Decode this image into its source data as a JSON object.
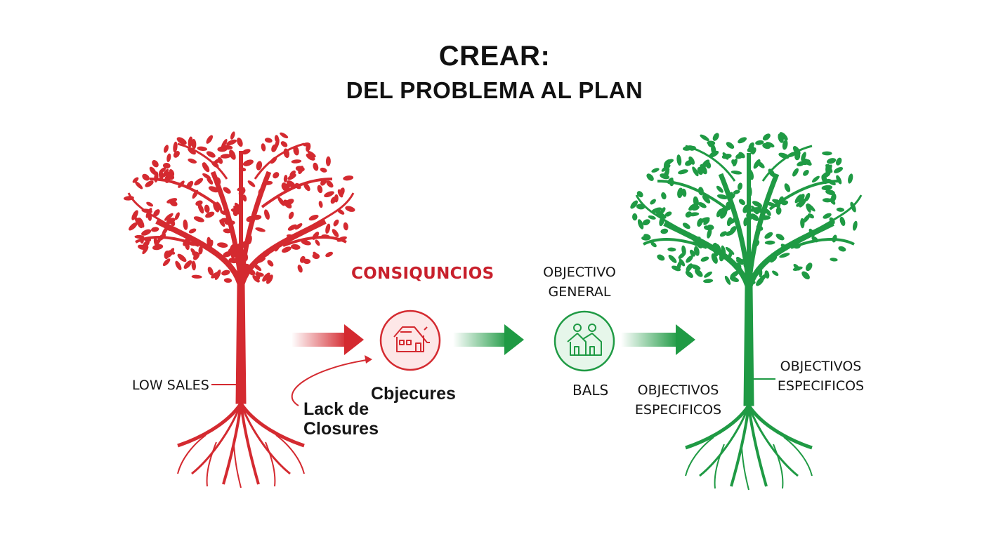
{
  "title": {
    "line1": "CREAR:",
    "line2": "DEL PROBLEMA AL PLAN"
  },
  "problem_tree": {
    "color": "#d42a30",
    "trunk_label": "LOW SALES",
    "root_label": "Lack de Closures",
    "consequences_label": "CONSIQUNCIOS",
    "circle_label": "Cbjecures",
    "circle_icon": "house-icon"
  },
  "objective_tree": {
    "color": "#1f9a44",
    "general_label": "OBJECTIVO GENERAL",
    "circle_label": "BALS",
    "circle_icon": "people-icon",
    "specific_left_label": "OBJECTIVOS ESPECIFICOS",
    "specific_right_label": "OBJECTIVOS ESPECIFICOS"
  },
  "colors": {
    "red": "#d42a30",
    "green": "#1f9a44",
    "red_circle_fill": "#fde7e7",
    "green_circle_fill": "#e6f6ea"
  }
}
